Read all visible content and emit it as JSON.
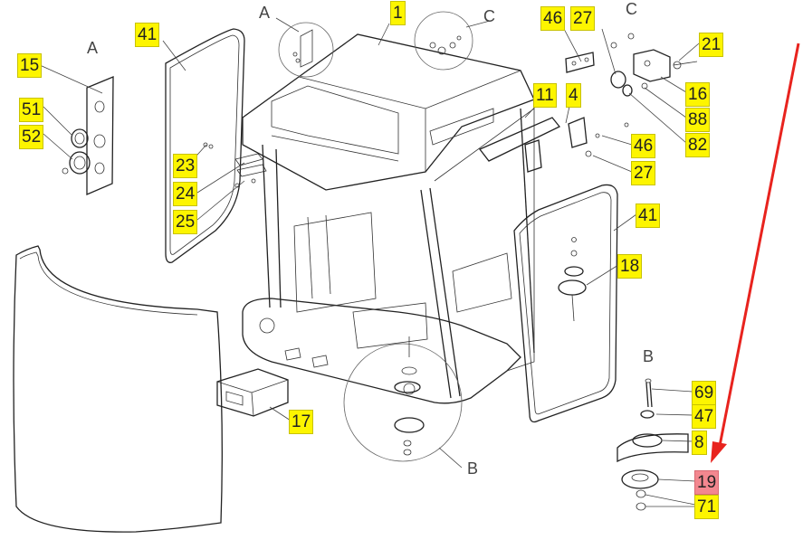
{
  "view_letters": {
    "a1": "A",
    "a2": "A",
    "b1": "B",
    "b2": "B",
    "c1": "C",
    "c2": "C"
  },
  "callouts": {
    "c1": "1",
    "c41a": "41",
    "c41b": "41",
    "c15": "15",
    "c51": "51",
    "c52": "52",
    "c23": "23",
    "c24": "24",
    "c25": "25",
    "c46a": "46",
    "c27a": "27",
    "c21": "21",
    "c16": "16",
    "c88": "88",
    "c82": "82",
    "c11": "11",
    "c4": "4",
    "c46b": "46",
    "c27b": "27",
    "c18": "18",
    "c17": "17",
    "c69": "69",
    "c47": "47",
    "c8": "8",
    "c19": "19",
    "c71": "71"
  },
  "highlight": {
    "label": "19",
    "color": "#f3878f"
  },
  "colors": {
    "label_fill": "#fdf500",
    "arrow": "#e8231e",
    "line": "#222222"
  }
}
